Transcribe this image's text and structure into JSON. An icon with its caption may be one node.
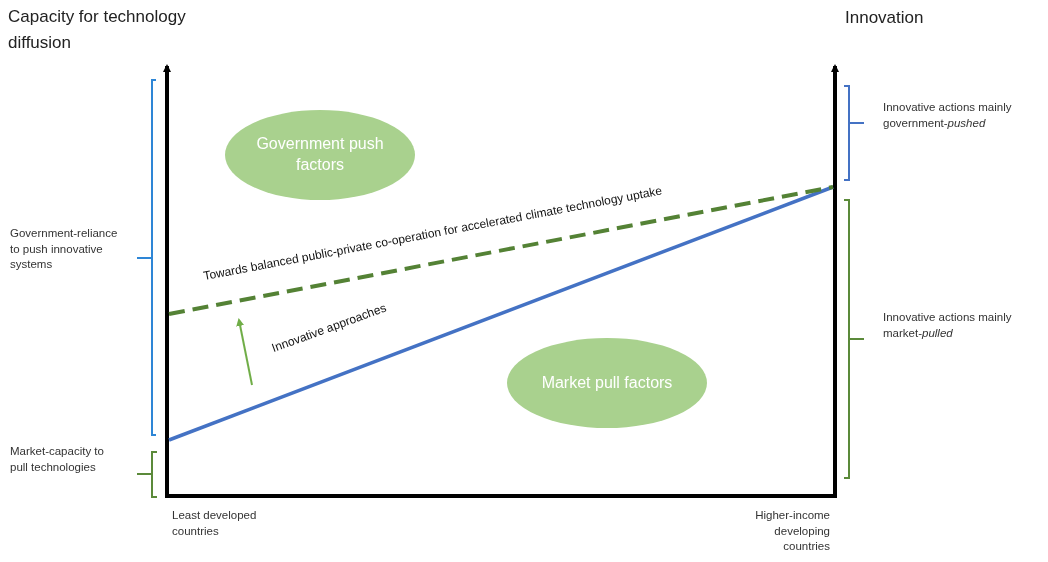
{
  "diagram": {
    "nodes": [
      {
        "text": [
          "Government push factors"
        ]
      },
      {
        "text": [
          "Market pull factors"
        ]
      }
    ],
    "labels": [
      "Capacity for technology diffusion",
      "Innovation",
      "Innovative actions mainly government-*pushed*",
      "Government-reliance to push innovative systems",
      "Towards balanced public-private co-operation for accelerated climate technology uptake",
      "Innovative approaches",
      "Innovative actions mainly market-*pulled*",
      "Market-capacity to pull technologies",
      "Least developed countries",
      "Higher-income developing countries"
    ]
  }
}
